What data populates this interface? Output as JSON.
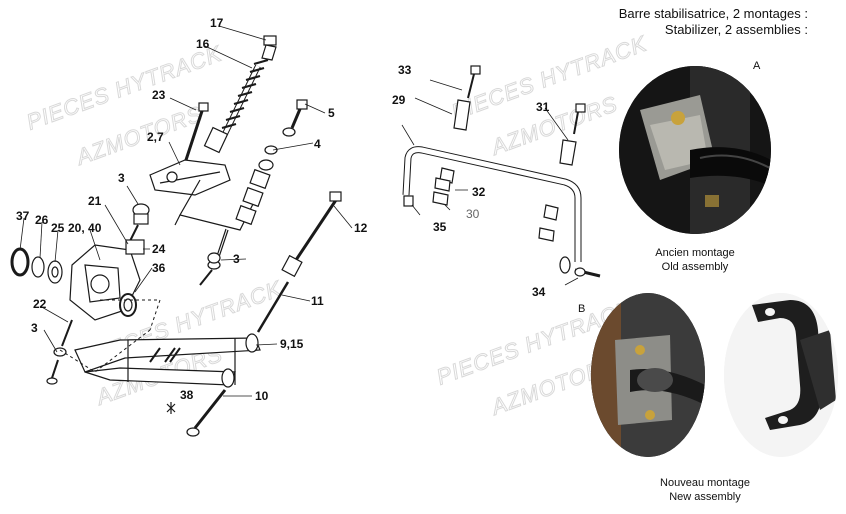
{
  "heading": {
    "line_fr": "Barre stabilisatrice, 2 montages :",
    "line_en": "Stabilizer, 2 assemblies :"
  },
  "photos": {
    "a": {
      "letter": "A",
      "caption_fr": "Ancien montage",
      "caption_en": "Old assembly"
    },
    "b": {
      "letter": "B",
      "caption_fr": "Nouveau montage",
      "caption_en": "New assembly"
    }
  },
  "watermark": {
    "brand": "PIECES HYTRACK",
    "company": "AZMOTORS"
  },
  "callouts": {
    "c17": "17",
    "c16": "16",
    "c23": "23",
    "c5": "5",
    "c27": "2,7",
    "c4": "4",
    "c3a": "3",
    "c21": "21",
    "c37": "37",
    "c26": "26",
    "c25": "25",
    "c2040": "20, 40",
    "c24": "24",
    "c36": "36",
    "c3b": "3",
    "c12": "12",
    "c11": "11",
    "c22": "22",
    "c3c": "3",
    "c915": "9,15",
    "c38": "38",
    "c10": "10",
    "c33": "33",
    "c29": "29",
    "c31": "31",
    "c32": "32",
    "c30": "30",
    "c35": "35",
    "c34": "34"
  },
  "colors": {
    "ink": "#1a1a1a",
    "watermark": "#d9d9d9",
    "photo_bg": "#1c1c1c",
    "bracket": "#2a2a2a"
  }
}
